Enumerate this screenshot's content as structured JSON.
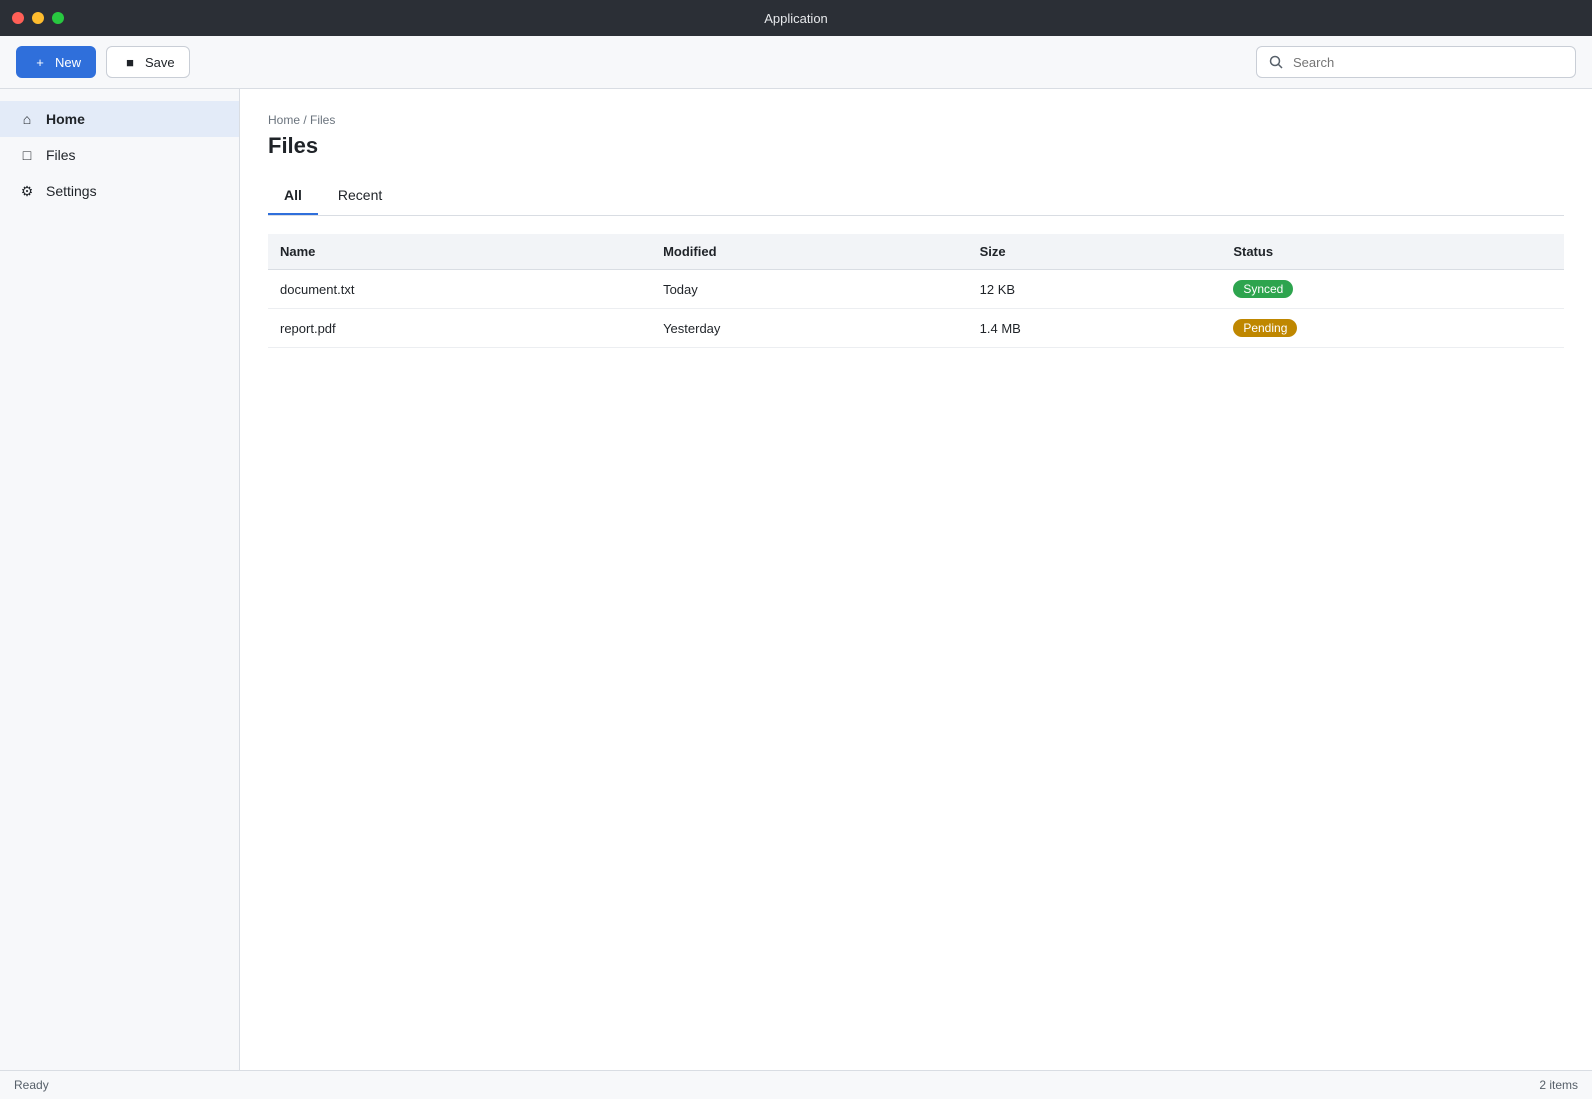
{
  "window": {
    "title": "Application"
  },
  "colors": {
    "accent": "#2f6fdb",
    "close": "#ff5f57",
    "minimize": "#febc2e",
    "maximize": "#28c840",
    "status_ok": "#2da44e",
    "status_warn": "#bf8700"
  },
  "toolbar": {
    "new_label": "New",
    "save_label": "Save",
    "search_placeholder": "Search"
  },
  "sidebar": {
    "items": [
      {
        "label": "Home",
        "icon": "home-icon"
      },
      {
        "label": "Files",
        "icon": "folder-icon"
      },
      {
        "label": "Settings",
        "icon": "gear-icon"
      }
    ]
  },
  "main": {
    "breadcrumb": "Home / Files",
    "title": "Files",
    "tabs": [
      {
        "label": "All"
      },
      {
        "label": "Recent"
      }
    ],
    "table": {
      "columns": [
        "Name",
        "Modified",
        "Size",
        "Status"
      ],
      "rows": [
        [
          "document.txt",
          "Today",
          "12 KB",
          "Synced"
        ],
        [
          "report.pdf",
          "Yesterday",
          "1.4 MB",
          "Pending"
        ]
      ]
    }
  },
  "statusbar": {
    "left": "Ready",
    "right": "2 items"
  }
}
